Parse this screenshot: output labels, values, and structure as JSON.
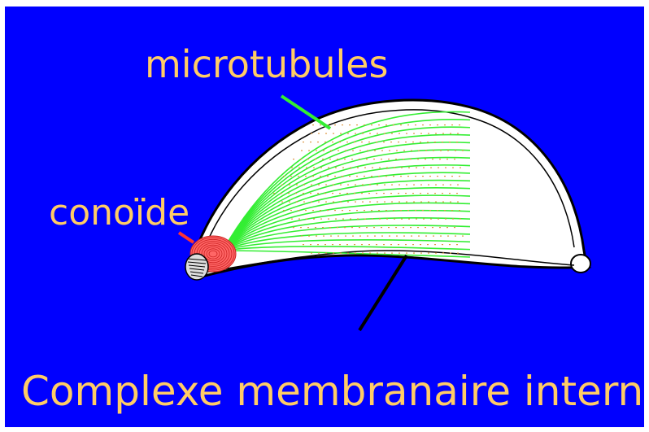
{
  "labels": {
    "microtubules": "microtubules",
    "conoide": "conoïde",
    "complexe": "Complexe membranaire interne"
  },
  "colors": {
    "background": "#0000ff",
    "label_text": "#ffcc66",
    "microtubule_lines": "#33ee33",
    "conoid": "#ff5555",
    "cell_fill": "#ffffff",
    "cell_outline": "#000000",
    "microtubule_pointer": "#33ee33",
    "conoid_pointer": "#ff3333",
    "membrane_pointer": "#000000"
  },
  "diagram": {
    "shape": "apicomplexan-cell-half-dome",
    "microtubule_count": 20,
    "conoid_ring_count": 8
  }
}
